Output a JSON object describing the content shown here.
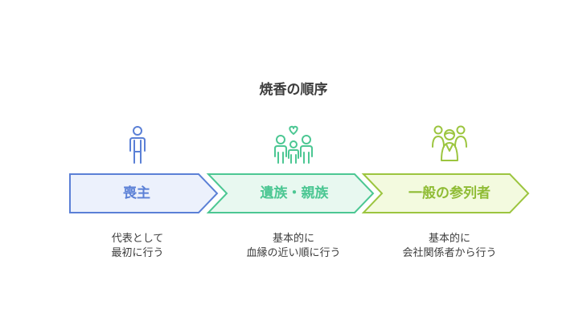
{
  "title": "焼香の順序",
  "steps": [
    {
      "label": "喪主",
      "desc_lines": [
        "代表として",
        "最初に行う"
      ],
      "icon": "person-icon",
      "stroke": "#5b80d6",
      "fill": "#ecf1fc",
      "text_color": "#5b80d6"
    },
    {
      "label": "遺族・親族",
      "desc_lines": [
        "基本的に",
        "血縁の近い順に行う"
      ],
      "icon": "family-heart-icon",
      "stroke": "#4cc793",
      "fill": "#e8f8f0",
      "text_color": "#4cc793"
    },
    {
      "label": "一般の参列者",
      "desc_lines": [
        "基本的に",
        "会社関係者から行う"
      ],
      "icon": "group-icon",
      "stroke": "#9cc53f",
      "fill": "#f3fadf",
      "text_color": "#8fbc35"
    }
  ]
}
